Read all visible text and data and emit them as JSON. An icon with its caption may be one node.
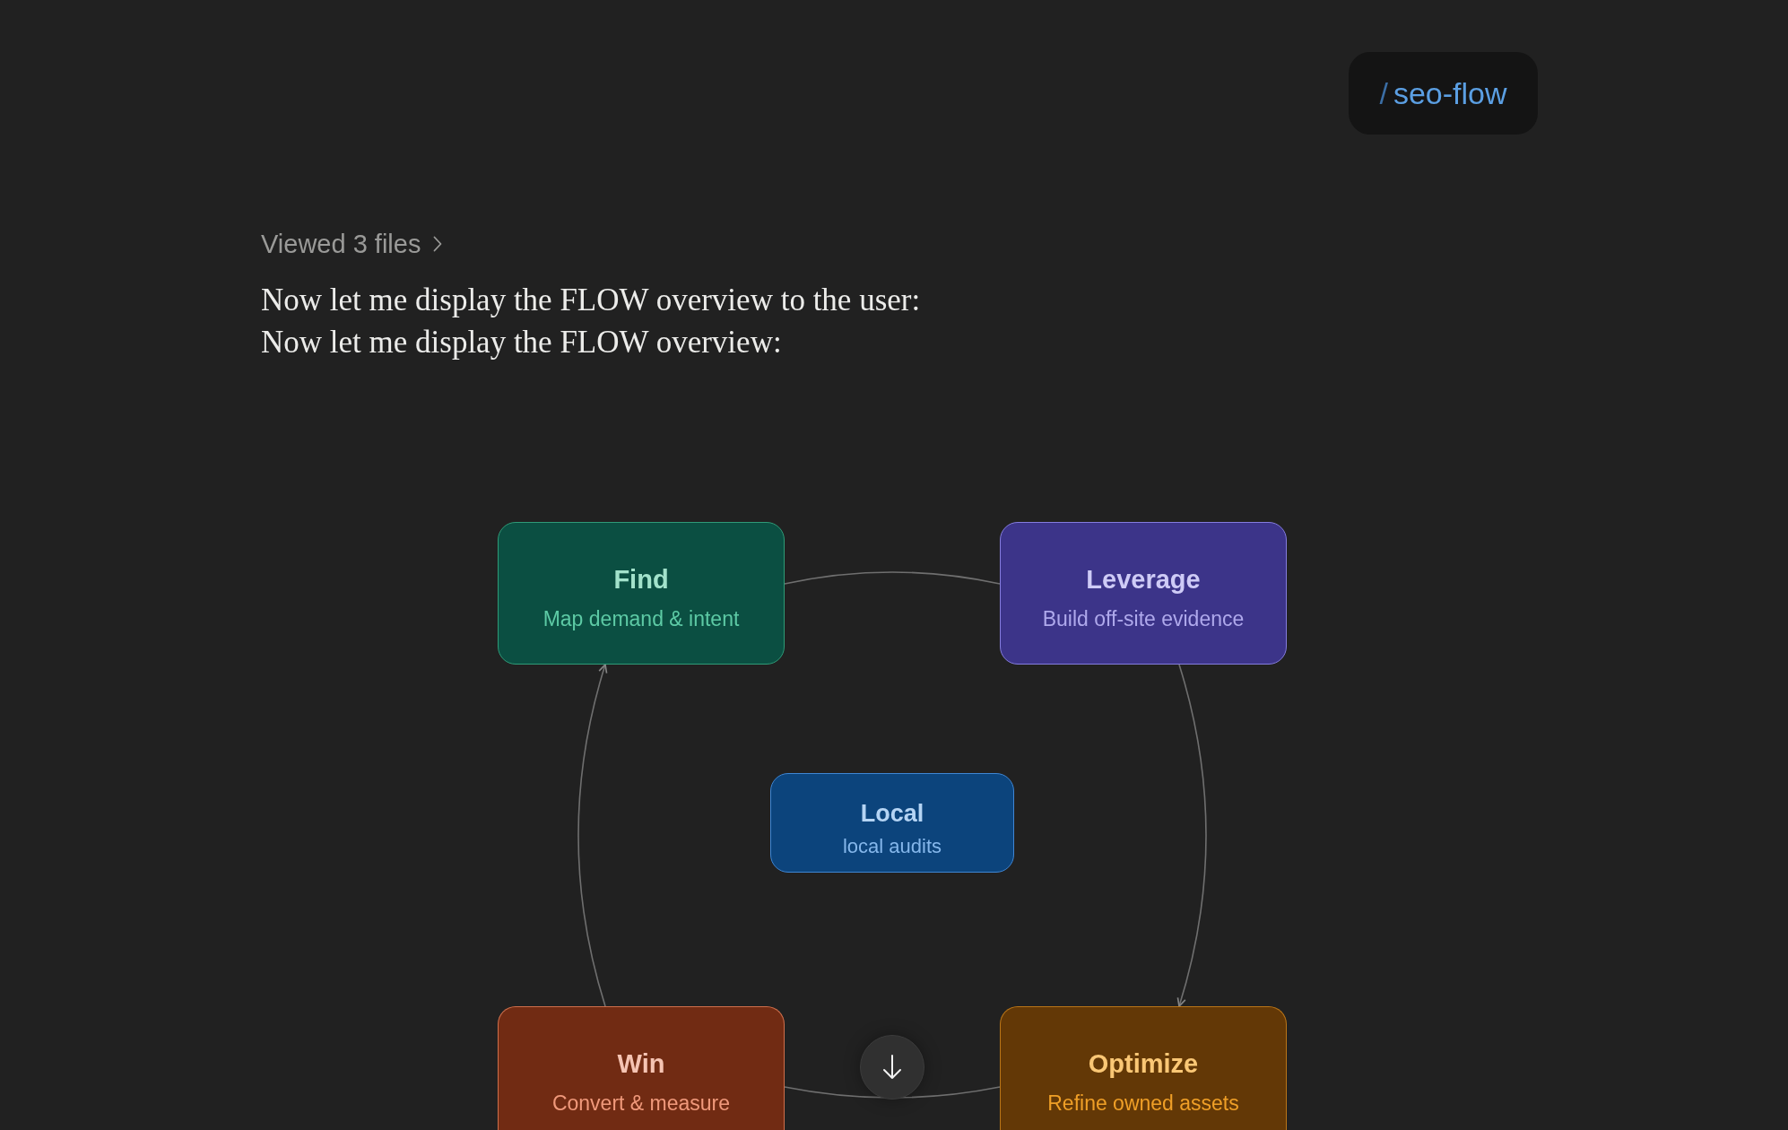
{
  "diagram": {
    "nodes": [
      {
        "text": [
          "/",
          "seo-flow"
        ]
      },
      {
        "text": [
          "Find",
          "Map demand & intent"
        ]
      },
      {
        "text": [
          "Leverage",
          "Build off-site evidence"
        ]
      },
      {
        "text": [
          "Local",
          "local audits"
        ]
      },
      {
        "text": [
          "Win",
          "Convert & measure"
        ]
      },
      {
        "text": [
          "Optimize",
          "Refine owned assets"
        ]
      }
    ],
    "edges": [
      {
        "from": 1,
        "to": 2,
        "arrow": "none"
      },
      {
        "from": 2,
        "to": 5,
        "arrow": "to"
      },
      {
        "from": 5,
        "to": 4,
        "arrow": "none"
      },
      {
        "from": 4,
        "to": 1,
        "arrow": "to"
      }
    ],
    "labels": [
      "Viewed 3 files",
      "Now let me display the FLOW overview to the user:",
      "Now let me display the FLOW overview:"
    ]
  }
}
